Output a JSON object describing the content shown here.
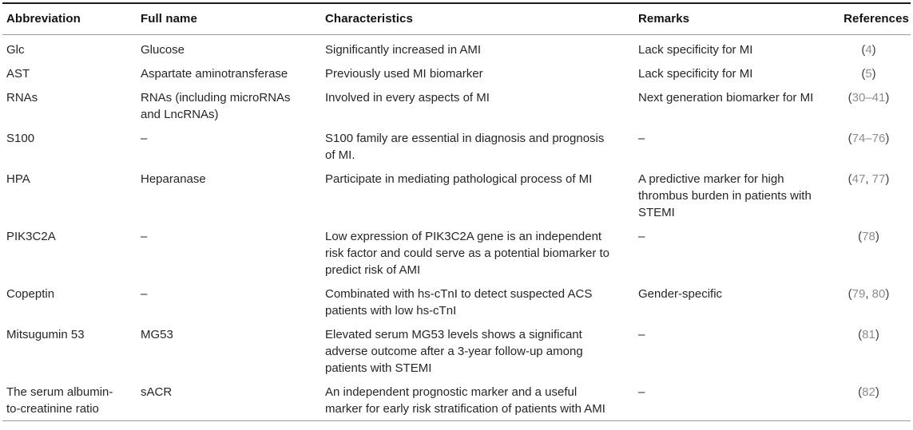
{
  "table": {
    "columns": [
      {
        "key": "abbreviation",
        "label": "Abbreviation"
      },
      {
        "key": "full_name",
        "label": "Full name"
      },
      {
        "key": "characteristics",
        "label": "Characteristics"
      },
      {
        "key": "remarks",
        "label": "Remarks"
      },
      {
        "key": "references",
        "label": "References"
      }
    ],
    "empty_marker": "–",
    "rows": [
      {
        "abbreviation": "Glc",
        "full_name": "Glucose",
        "characteristics": "Significantly increased in AMI",
        "remarks": "Lack specificity for MI",
        "references": [
          "4"
        ]
      },
      {
        "abbreviation": "AST",
        "full_name": "Aspartate aminotransferase",
        "characteristics": "Previously used MI biomarker",
        "remarks": "Lack specificity for MI",
        "references": [
          "5"
        ]
      },
      {
        "abbreviation": "RNAs",
        "full_name": "RNAs (including microRNAs and LncRNAs)",
        "characteristics": "Involved in every aspects of MI",
        "remarks": "Next generation biomarker for MI",
        "references": [
          "30–41"
        ]
      },
      {
        "abbreviation": "S100",
        "full_name": "–",
        "characteristics": "S100 family are essential in diagnosis and prognosis of MI.",
        "remarks": "–",
        "references": [
          "74–76"
        ]
      },
      {
        "abbreviation": "HPA",
        "full_name": "Heparanase",
        "characteristics": "Participate in mediating pathological process of MI",
        "remarks": "A predictive marker for high thrombus burden in patients with STEMI",
        "references": [
          "47",
          "77"
        ]
      },
      {
        "abbreviation": "PIK3C2A",
        "full_name": "–",
        "characteristics": "Low expression of PIK3C2A gene is an independent risk factor and could serve as a potential biomarker to predict risk of AMI",
        "remarks": "–",
        "references": [
          "78"
        ]
      },
      {
        "abbreviation": "Copeptin",
        "full_name": "–",
        "characteristics": "Combinated with hs-cTnI to detect suspected ACS patients with low hs-cTnI",
        "remarks": "Gender-specific",
        "references": [
          "79",
          "80"
        ]
      },
      {
        "abbreviation": "Mitsugumin 53",
        "full_name": "MG53",
        "characteristics": "Elevated serum MG53 levels shows a significant adverse outcome after a 3-year follow-up among patients with STEMI",
        "remarks": "–",
        "references": [
          "81"
        ]
      },
      {
        "abbreviation": "The serum albumin-to-creatinine ratio",
        "full_name": "sACR",
        "characteristics": "An independent prognostic marker and a useful marker for early risk stratification of patients with AMI",
        "remarks": "–",
        "references": [
          "82"
        ]
      }
    ]
  },
  "colors": {
    "text": "#262626",
    "header_text": "#121212",
    "rule_dark": "#1a1a1a",
    "rule_light": "#9a9a9a",
    "reference_number": "#8d8d8d",
    "reference_paren": "#3f3f3f"
  }
}
